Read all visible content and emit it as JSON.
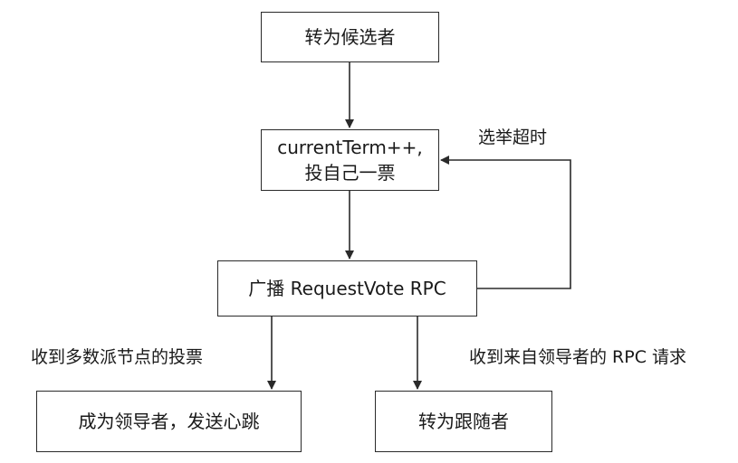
{
  "nodes": {
    "become_candidate": "转为候选者",
    "increment_term_line1": "currentTerm++,",
    "increment_term_line2": "投自己一票",
    "broadcast": "广播 RequestVote RPC",
    "become_leader": "成为领导者，发送心跳",
    "become_follower": "转为跟随者"
  },
  "edge_labels": {
    "election_timeout": "选举超时",
    "majority_votes": "收到多数派节点的投票",
    "leader_rpc": "收到来自领导者的 RPC 请求"
  },
  "colors": {
    "line": "#2a2a2a",
    "text": "#1a1a1a",
    "background": "#ffffff"
  }
}
